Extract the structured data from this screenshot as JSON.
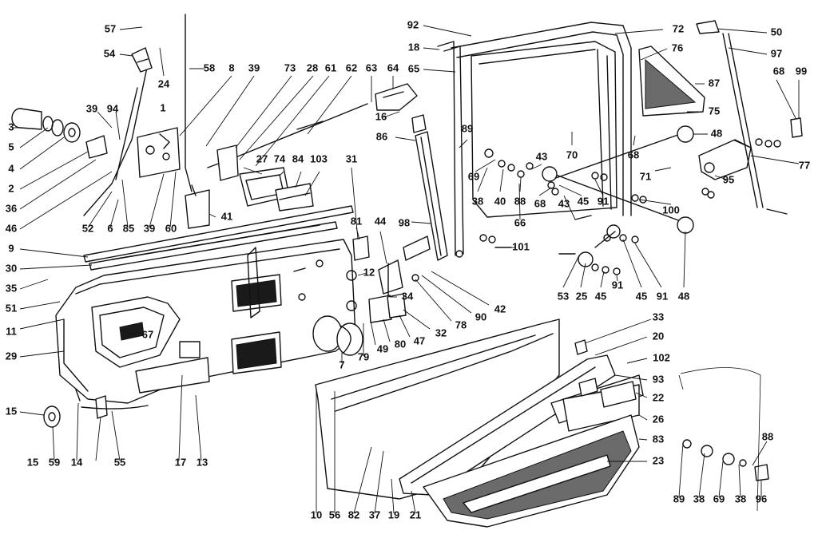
{
  "colors": {
    "ink": "#111111",
    "paper": "#ffffff",
    "pad": "#6b6b6b"
  },
  "callouts": [
    "57",
    "54",
    "24",
    "58",
    "8",
    "39",
    "73",
    "28",
    "61",
    "62",
    "63",
    "64",
    "92",
    "72",
    "50",
    "18",
    "65",
    "76",
    "97",
    "68",
    "99",
    "87",
    "75",
    "16",
    "1",
    "94",
    "39b",
    "3",
    "5",
    "4",
    "2",
    "36",
    "46",
    "52",
    "6",
    "85",
    "39c",
    "60",
    "41",
    "27",
    "74",
    "84",
    "103",
    "86",
    "89",
    "48",
    "70",
    "68b",
    "43",
    "69",
    "38",
    "40",
    "88",
    "66",
    "45",
    "91",
    "100",
    "71",
    "95",
    "77",
    "68c",
    "43b",
    "98",
    "81",
    "44",
    "31",
    "101",
    "9",
    "30",
    "12",
    "35",
    "51",
    "53",
    "25",
    "45b",
    "91b",
    "45c",
    "91c",
    "48b",
    "34",
    "42",
    "90",
    "78",
    "32",
    "47",
    "80",
    "49",
    "11",
    "67",
    "29",
    "79",
    "7",
    "33",
    "20",
    "102",
    "93",
    "22",
    "26",
    "83",
    "23",
    "15",
    "59",
    "14",
    "15b",
    "55",
    "17",
    "13",
    "10",
    "56",
    "82",
    "37",
    "19",
    "21",
    "88b",
    "89b",
    "38b",
    "69b",
    "38c",
    "96"
  ],
  "labels": {
    "57": "57",
    "54": "54",
    "24": "24",
    "58": "58",
    "8": "8",
    "39": "39",
    "73": "73",
    "28": "28",
    "61": "61",
    "62": "62",
    "63": "63",
    "64": "64",
    "92": "92",
    "72": "72",
    "50": "50",
    "18": "18",
    "65": "65",
    "76": "76",
    "97": "97",
    "68": "68",
    "99": "99",
    "87": "87",
    "75": "75",
    "16": "16",
    "1": "1",
    "94": "94",
    "39b": "39",
    "3": "3",
    "5": "5",
    "4": "4",
    "2": "2",
    "36": "36",
    "46": "46",
    "52": "52",
    "6": "6",
    "85": "85",
    "39c": "39",
    "60": "60",
    "41": "41",
    "27": "27",
    "74": "74",
    "84": "84",
    "103": "103",
    "86": "86",
    "89": "89",
    "48": "48",
    "70": "70",
    "68b": "68",
    "43": "43",
    "69": "69",
    "38": "38",
    "40": "40",
    "88": "88",
    "66": "66",
    "45": "45",
    "91": "91",
    "100": "100",
    "71": "71",
    "95": "95",
    "77": "77",
    "68c": "68",
    "43b": "43",
    "98": "98",
    "81": "81",
    "44": "44",
    "31": "31",
    "101": "101",
    "9": "9",
    "30": "30",
    "12": "12",
    "35": "35",
    "51": "51",
    "53": "53",
    "25": "25",
    "45b": "45",
    "91b": "91",
    "45c": "45",
    "91c": "91",
    "48b": "48",
    "34": "34",
    "42": "42",
    "90": "90",
    "78": "78",
    "32": "32",
    "47": "47",
    "80": "80",
    "49": "49",
    "11": "11",
    "67": "67",
    "29": "29",
    "79": "79",
    "7": "7",
    "33": "33",
    "20": "20",
    "102": "102",
    "93": "93",
    "22": "22",
    "26": "26",
    "83": "83",
    "23": "23",
    "15": "15",
    "59": "59",
    "14": "14",
    "15b": "15",
    "55": "55",
    "17": "17",
    "13": "13",
    "10": "10",
    "56": "56",
    "82": "82",
    "37": "37",
    "19": "19",
    "21": "21",
    "88b": "88",
    "89b": "89",
    "38b": "38",
    "69b": "69",
    "38c": "38",
    "96": "96"
  }
}
